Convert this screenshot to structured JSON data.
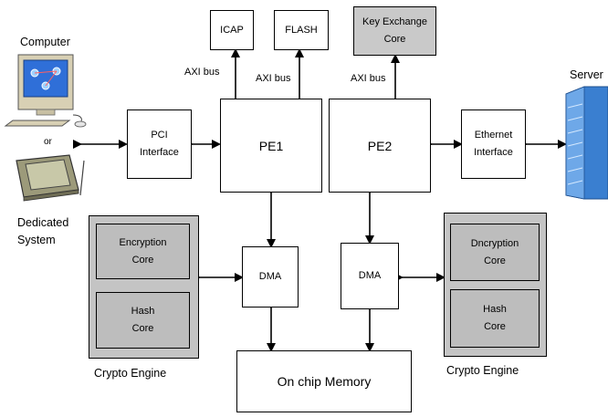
{
  "blocks": {
    "icap": "ICAP",
    "flash": "FLASH",
    "key_exchange_line1": "Key Exchange",
    "key_exchange_line2": "Core",
    "pe1": "PE1",
    "pe2": "PE2",
    "pci_line1": "PCI",
    "pci_line2": "Interface",
    "ethernet_line1": "Ethernet",
    "ethernet_line2": "Interface",
    "dma_left": "DMA",
    "dma_right": "DMA",
    "memory": "On chip Memory"
  },
  "left_engine": {
    "core_line1": "Encryption",
    "core_line2": "Core",
    "hash_line1": "Hash",
    "hash_line2": "Core",
    "label": "Crypto Engine"
  },
  "right_engine": {
    "core_line1": "Dncryption",
    "core_line2": "Core",
    "hash_line1": "Hash",
    "hash_line2": "Core",
    "label": "Crypto Engine"
  },
  "bus_labels": {
    "axi_left": "AXI bus",
    "axi_mid": "AXI bus",
    "axi_right": "AXI bus"
  },
  "endpoints": {
    "computer": "Computer",
    "or": "or",
    "dedicated_line1": "Dedicated",
    "dedicated_line2": "System",
    "server": "Server"
  },
  "colors": {
    "gray_fill": "#c4c4c4",
    "server_blue": "#3a7fd0",
    "monitor_blue": "#2f6fd8"
  }
}
